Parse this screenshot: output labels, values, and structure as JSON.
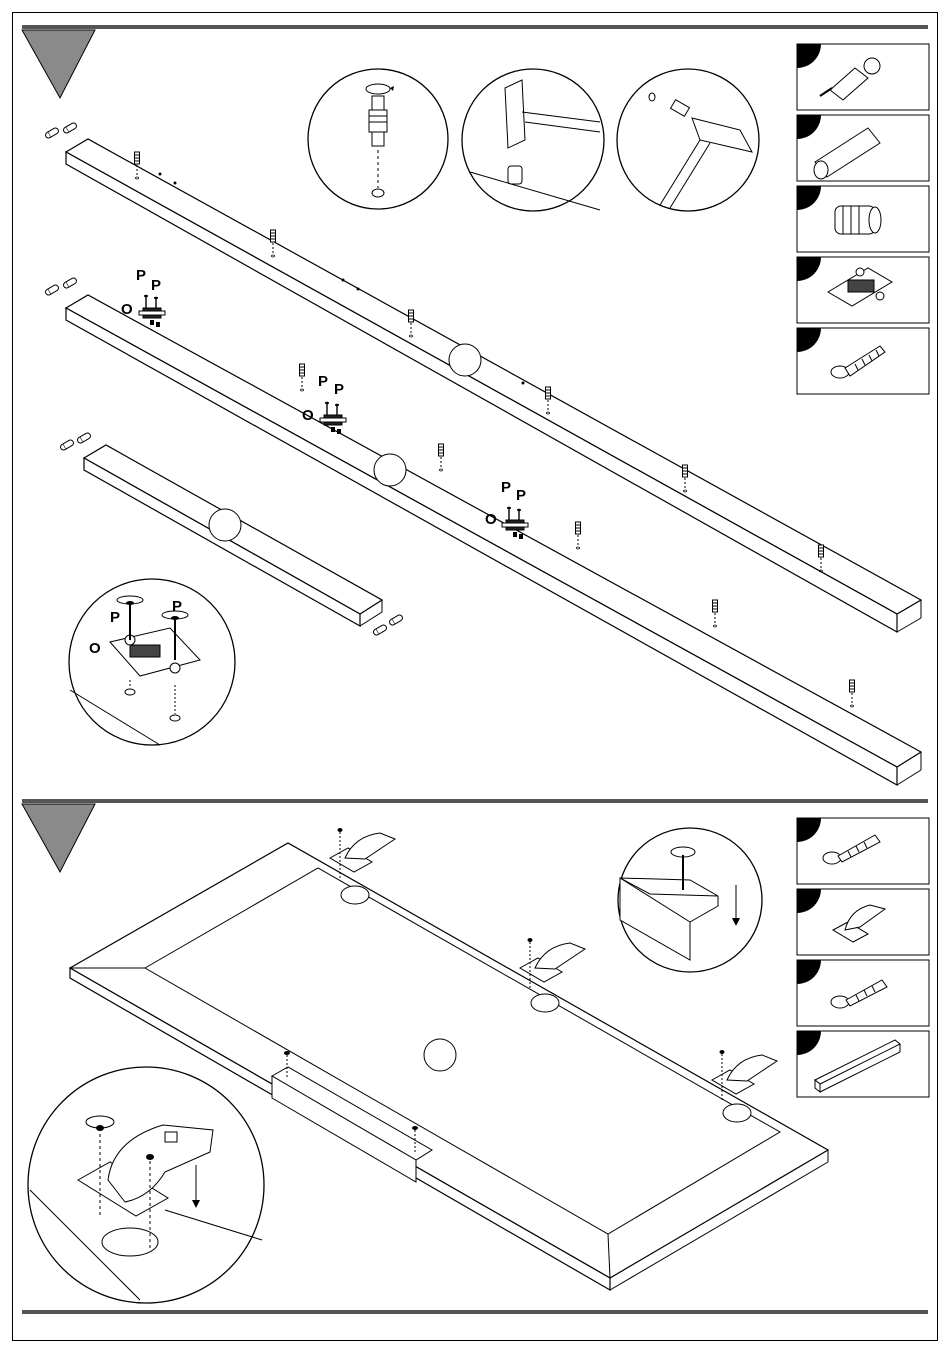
{
  "step1": {
    "fitting_labels": [
      "P",
      "P",
      "O"
    ],
    "detail_labels": [
      "P",
      "P",
      "O"
    ]
  },
  "step2": {},
  "parts_step1": [
    "cam-dowel-icon",
    "wooden-dowel-icon",
    "threaded-insert-icon",
    "hinge-plate-icon",
    "screw-icon"
  ],
  "parts_step2": [
    "screw-icon",
    "hinge-icon",
    "screw-icon",
    "angle-profile-icon"
  ],
  "colors": {
    "step_marker": "#8a8a8a",
    "line": "#000000",
    "bar": "#666666"
  }
}
